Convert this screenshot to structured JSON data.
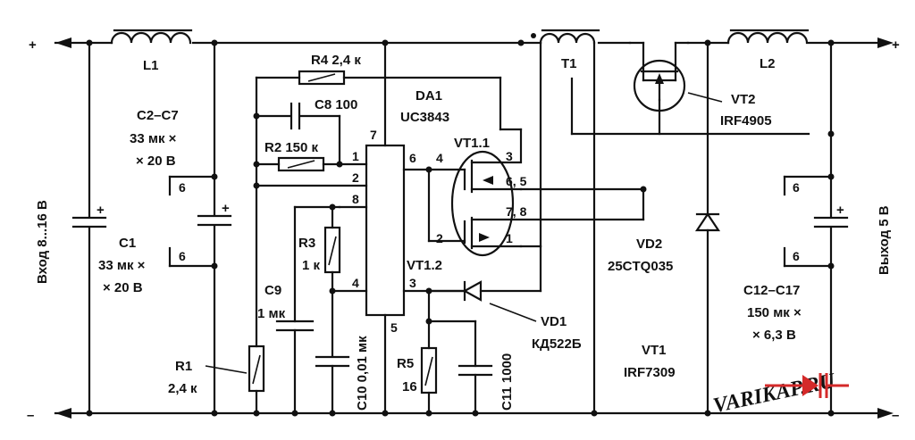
{
  "rails": {
    "plus_left": "+",
    "plus_right": "+",
    "minus_left": "–",
    "minus_right": "–"
  },
  "input_label": "Вход 8...16 В",
  "output_label": "Выход 5 В",
  "components": {
    "L1": "L1",
    "L2": "L2",
    "T1": "T1",
    "C2_C7": {
      "name": "C2–C7",
      "value1": "33 мк ×",
      "value2": "× 20 В"
    },
    "C1": {
      "name": "C1",
      "value1": "33 мк ×",
      "value2": "× 20 В"
    },
    "R1": {
      "name": "R1",
      "value": "2,4 к"
    },
    "R4": "R4 2,4 к",
    "C8": "C8 100",
    "R2": "R2 150 к",
    "R3": {
      "name": "R3",
      "value": "1 к"
    },
    "C9": {
      "name": "C9",
      "value": "1 мк"
    },
    "C10": "C10 0,01 мк",
    "R5": {
      "name": "R5",
      "value": "16"
    },
    "C11": "C11 1000",
    "DA1": {
      "name": "DA1",
      "part": "UC3843"
    },
    "VT1_1": "VT1.1",
    "VT1_2": "VT1.2",
    "VD1": {
      "name": "VD1",
      "part": "КД522Б"
    },
    "VT2": {
      "name": "VT2",
      "part": "IRF4905"
    },
    "VD2": {
      "name": "VD2",
      "part": "25CTQ035"
    },
    "VT1": {
      "name": "VT1",
      "part": "IRF7309"
    },
    "C12_C17": {
      "name": "C12–C17",
      "value1": "150 мк ×",
      "value2": "× 6,3 В"
    }
  },
  "pins": {
    "ic": [
      "1",
      "2",
      "7",
      "8",
      "6",
      "4",
      "3",
      "5"
    ],
    "vt11": [
      "4",
      "3",
      "6, 5"
    ],
    "vt12": [
      "7, 8",
      "2",
      "1"
    ],
    "six": "6"
  },
  "watermark": "VARIKAP.RU"
}
